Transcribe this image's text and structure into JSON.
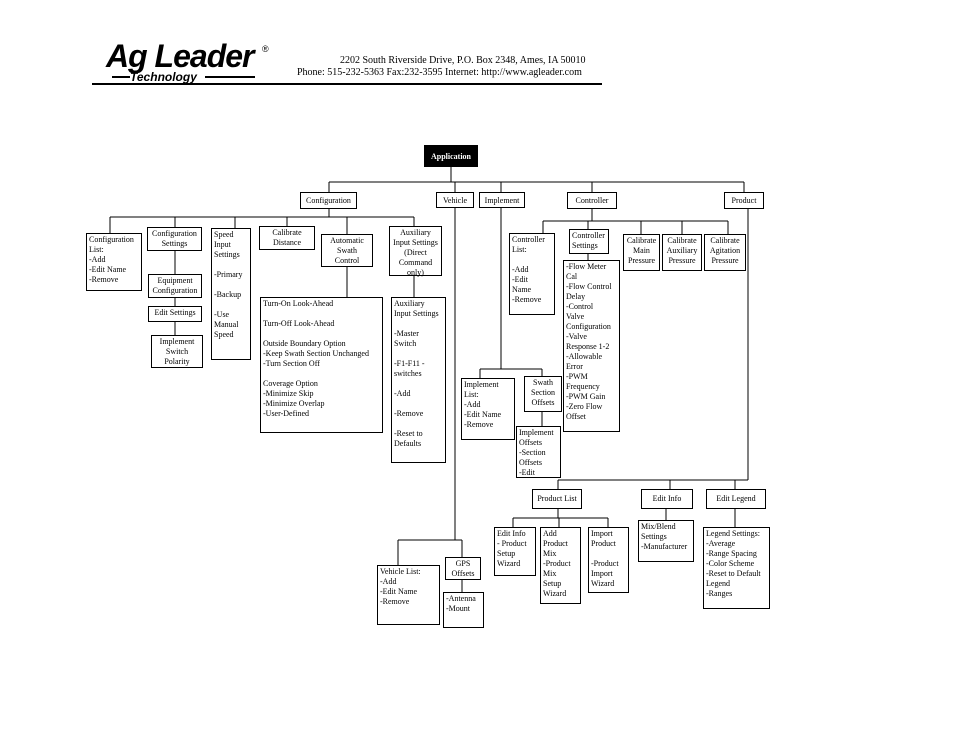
{
  "header": {
    "logo_main": "Ag Leader",
    "logo_reg": "®",
    "logo_sub": "Technology",
    "address_line": "2202 South Riverside Drive, P.O. Box 2348, Ames, IA  50010",
    "contact_line": "Phone: 515-232-5363  Fax:232-3595  Internet:  http://www.agleader.com"
  },
  "nodes": {
    "application": "Application",
    "configuration": "Configuration",
    "vehicle": "Vehicle",
    "implement": "Implement",
    "controller": "Controller",
    "product": "Product",
    "configuration_list": "Configuration\nList:\n-Add\n-Edit Name\n-Remove",
    "configuration_settings": "Configuration\nSettings",
    "equipment_configuration": "Equipment\nConfiguration",
    "edit_settings": "Edit Settings",
    "implement_switch_polarity": "Implement\nSwitch\nPolarity",
    "speed_input_settings": "Speed\nInput\nSettings\n\n-Primary\n\n-Backup\n\n-Use\nManual\nSpeed",
    "calibrate_distance": "Calibrate\nDistance",
    "automatic_swath_control": "Automatic\nSwath\nControl",
    "swath_details": "Turn-On Look-Ahead\n\nTurn-Off Look-Ahead\n\nOutside Boundary Option\n-Keep Swath Section Unchanged\n-Turn Section Off\n\nCoverage Option\n-Minimize Skip\n-Minimize Overlap\n-User-Defined",
    "auxiliary_input_settings": "Auxiliary\nInput Settings\n(Direct\nCommand\nonly)",
    "auxiliary_details": "Auxiliary\nInput Settings\n\n-Master\nSwitch\n\n-F1-F11 -\nswitches\n\n-Add\n\n-Remove\n\n-Reset to\nDefaults",
    "vehicle_list": "Vehicle List:\n-Add\n-Edit Name\n-Remove",
    "gps_offsets": "GPS\nOffsets",
    "gps_details": "-Antenna\n-Mount",
    "implement_list": "Implement\nList:\n-Add\n-Edit Name\n-Remove",
    "swath_section_offsets": "Swath\nSection\nOffsets",
    "implement_offsets": "Implement\nOffsets\n-Section\nOffsets\n-Edit",
    "controller_list": "Controller\nList:\n\n-Add\n-Edit\nName\n-Remove",
    "controller_settings": "Controller\nSettings",
    "controller_settings_details": "-Flow Meter\nCal\n-Flow Control\nDelay\n-Control\nValve\nConfiguration\n-Valve\nResponse 1-2\n-Allowable\nError\n-PWM\nFrequency\n-PWM Gain\n-Zero Flow\nOffset",
    "calibrate_main_pressure": "Calibrate\nMain\nPressure",
    "calibrate_auxiliary_pressure": "Calibrate\nAuxiliary\nPressure",
    "calibrate_agitation_pressure": "Calibrate\nAgitation\nPressure",
    "product_list": "Product List",
    "edit_info": "Edit Info",
    "edit_legend": "Edit Legend",
    "edit_info_wizard": "Edit Info\n- Product\nSetup\nWizard",
    "add_product_mix": "Add\nProduct\nMix\n-Product\nMix\nSetup\nWizard",
    "import_product": "Import\nProduct\n\n-Product\nImport\nWizard",
    "mix_blend_settings": "Mix/Blend\nSettings\n-Manufacturer",
    "legend_settings": "Legend Settings:\n-Average\n-Range Spacing\n-Color Scheme\n-Reset to Default\nLegend\n-Ranges"
  }
}
